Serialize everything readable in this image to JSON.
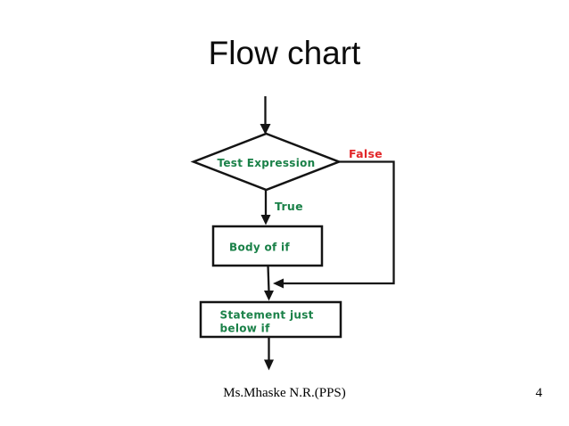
{
  "slide": {
    "title": "Flow chart",
    "footer": "Ms.Mhaske N.R.(PPS)",
    "page_number": "4"
  },
  "flowchart": {
    "decision_label": "Test Expression",
    "true_label": "True",
    "false_label": "False",
    "body_label": "Body of if",
    "statement_label_line1": "Statement just",
    "statement_label_line2": "below if"
  },
  "colors": {
    "green": "#1a8148",
    "red": "#e22629",
    "line": "#141414"
  }
}
